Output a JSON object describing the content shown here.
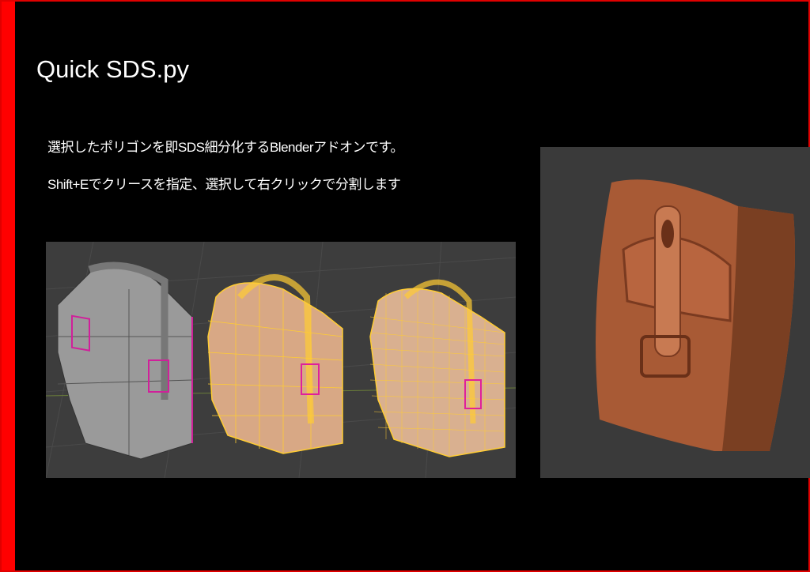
{
  "slide": {
    "title": "Quick SDS.py",
    "lines": [
      "選択したポリゴンを即SDS細分化するBlenderアドオンです。",
      "Shift+Eでクリースを指定、選択して右クリックで分割します"
    ],
    "colors": {
      "background": "#000000",
      "border": "#ff0000",
      "text": "#ffffff",
      "wire_selected": "#ffcc33",
      "crease_edge": "#e0209a",
      "leather": "#b8653f"
    }
  }
}
